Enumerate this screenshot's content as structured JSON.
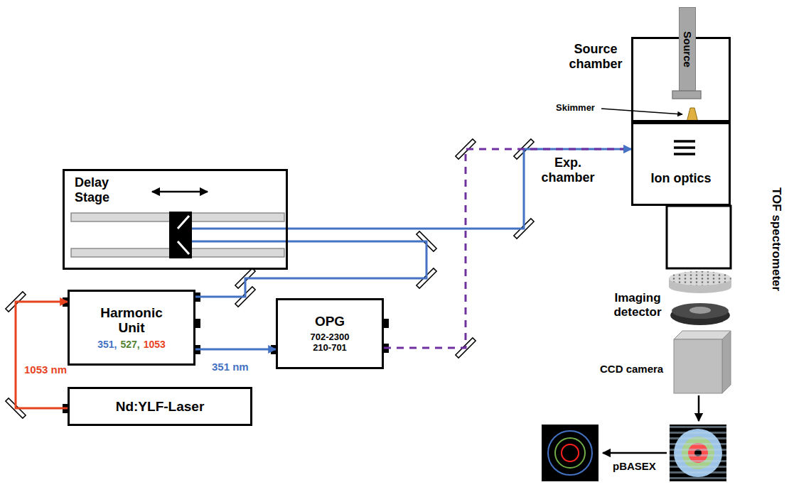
{
  "diagram": {
    "nodes": [
      {
        "text": [
          "Source chamber"
        ]
      },
      {
        "text": [
          "Source"
        ],
        "in": 0
      },
      {
        "text": [
          "Exp. chamber",
          "Ion optics"
        ]
      },
      {
        "text": [
          "Delay Stage"
        ]
      },
      {
        "text": [
          "Harmonic Unit",
          "351,",
          "527,",
          "1053"
        ]
      },
      {
        "text": [
          "OPG",
          "702-2300 210-701"
        ]
      },
      {
        "text": [
          "Nd:YLF-Laser"
        ]
      }
    ],
    "edges": [
      {
        "from": 6,
        "to": 4,
        "arrow": "to",
        "label": "1053 nm"
      },
      {
        "from": 4,
        "to": 5,
        "arrow": "to",
        "label": "351 nm"
      },
      {
        "from": 4,
        "to": 3,
        "arrow": "none"
      },
      {
        "from": 3,
        "to": 2,
        "arrow": "to"
      },
      {
        "from": 5,
        "to": 2,
        "arrow": "to"
      }
    ],
    "labels": [
      "Skimmer",
      "TOF spectrometer",
      "Imaging detector",
      "CCD camera",
      "pBASEX"
    ]
  }
}
